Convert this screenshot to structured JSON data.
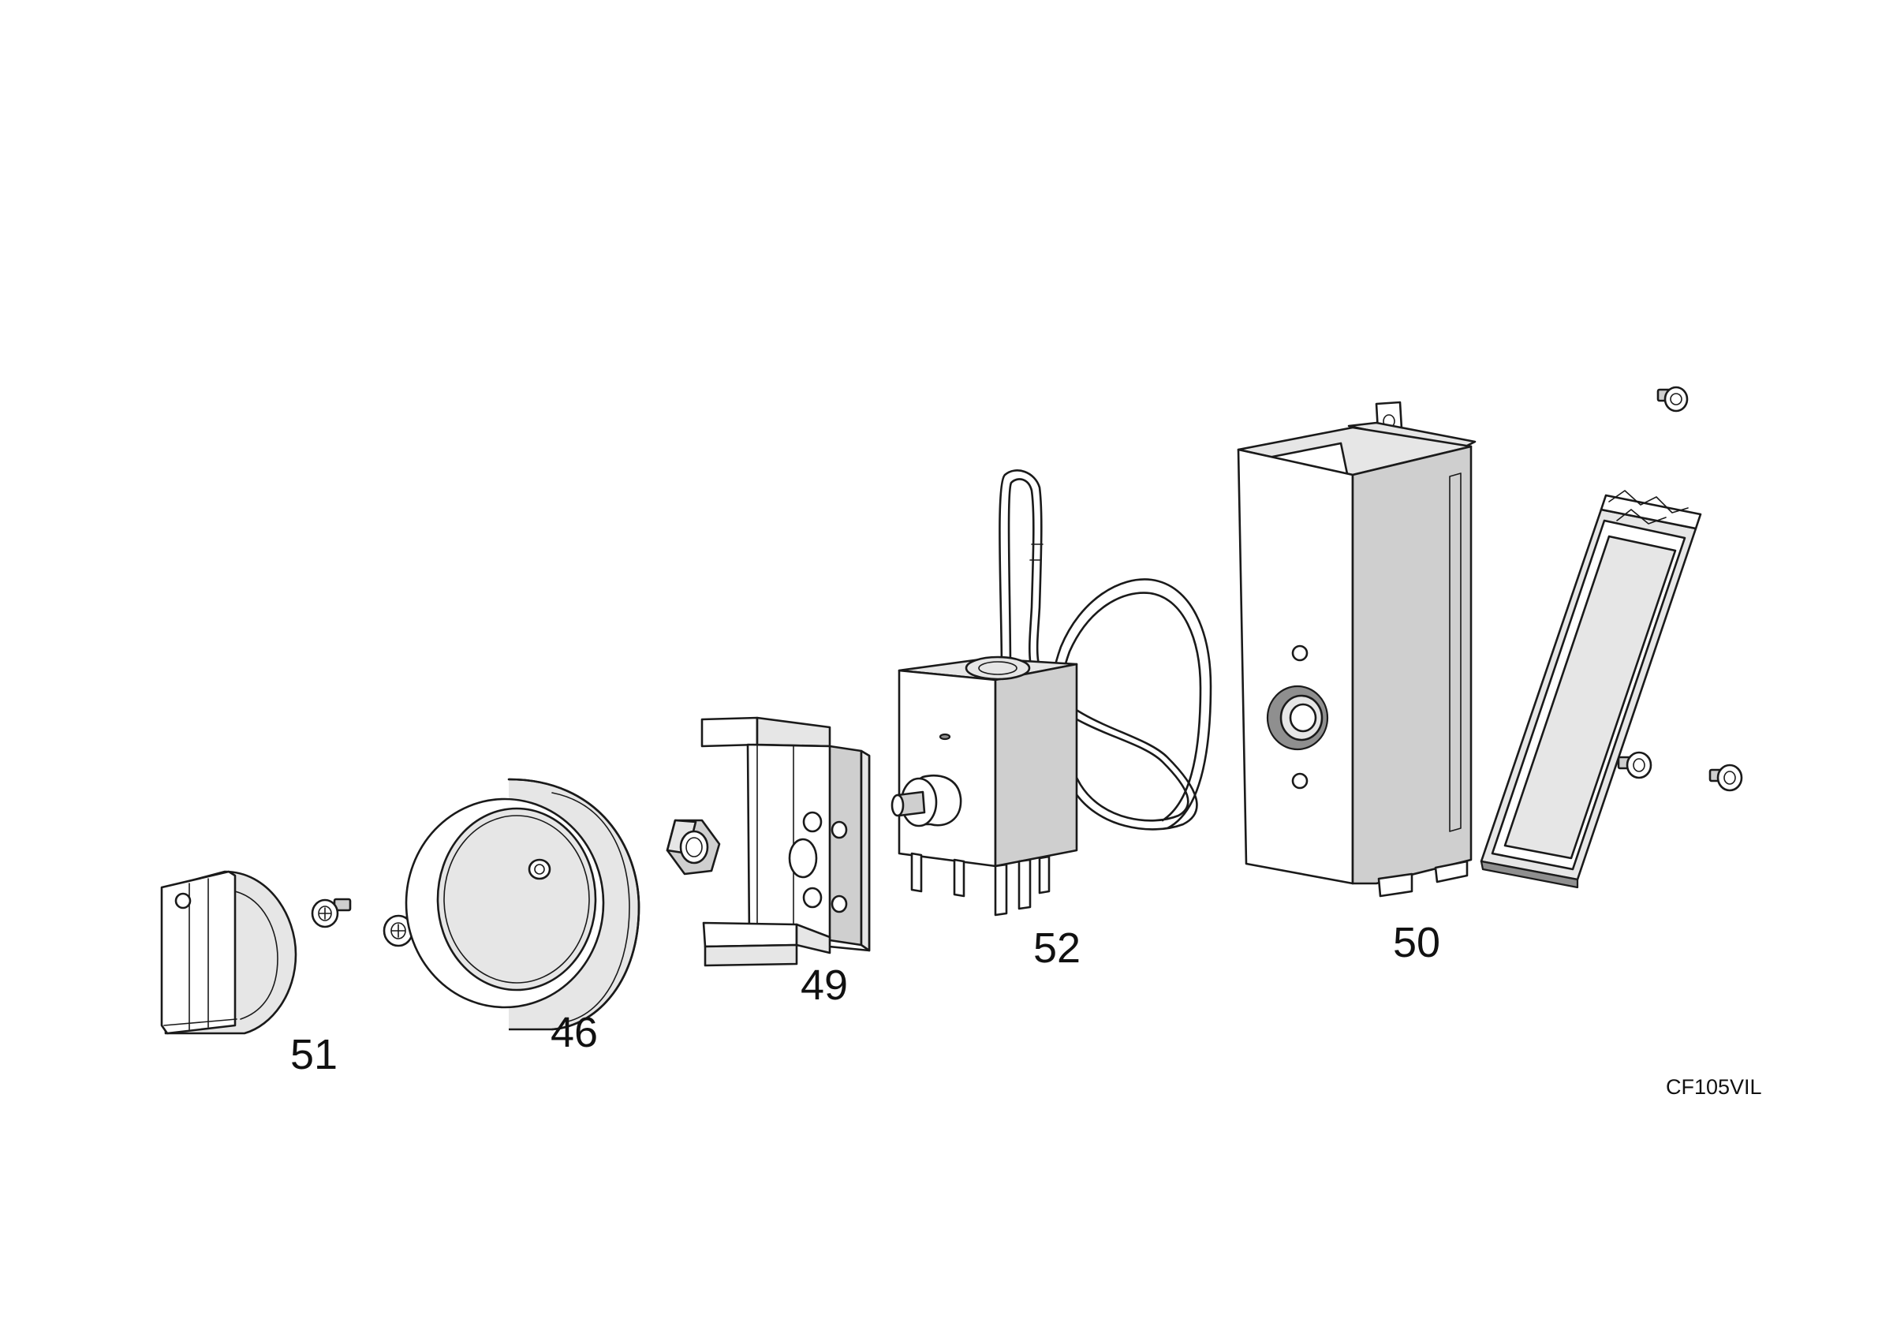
{
  "diagram": {
    "drawing_code": "CF105VIL",
    "parts": [
      {
        "id": "knob",
        "label": "51"
      },
      {
        "id": "bezel",
        "label": "46"
      },
      {
        "id": "bracket",
        "label": "49"
      },
      {
        "id": "thermostat",
        "label": "52"
      },
      {
        "id": "housing",
        "label": "50"
      }
    ]
  }
}
